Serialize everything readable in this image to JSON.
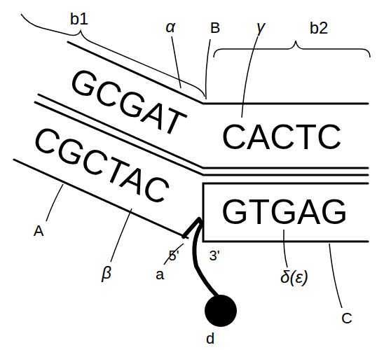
{
  "diagram": {
    "labels": [
      "b1",
      "α",
      "B",
      "γ",
      "b2",
      "GCGAT",
      "CACTC",
      "CGCTAC",
      "GTGAG",
      "A",
      "β",
      "a",
      "5'",
      "3'",
      "δ(ε)",
      "C",
      "d"
    ]
  }
}
